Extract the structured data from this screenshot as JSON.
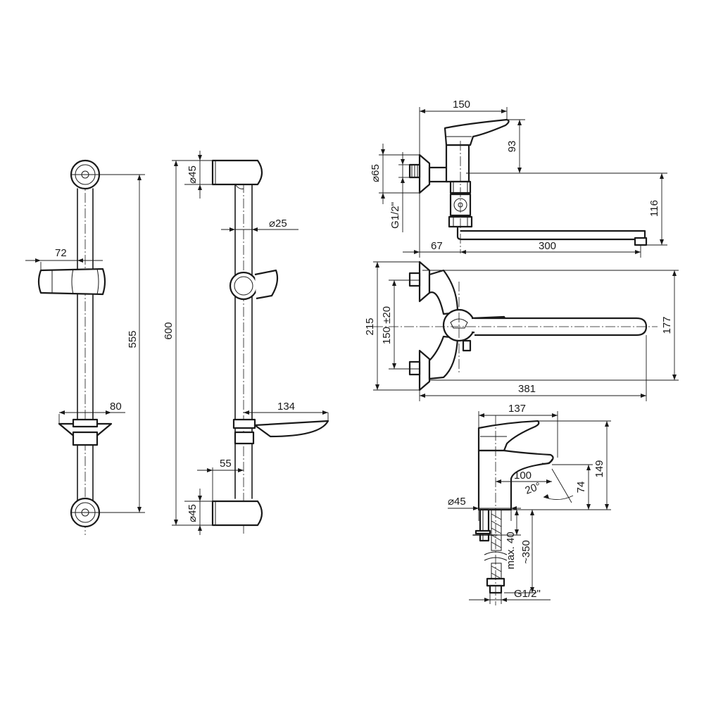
{
  "views": {
    "rail_front": {
      "width_label": "72",
      "dish_label": "80",
      "height_label": "555"
    },
    "rail_side": {
      "top_dia_label": "⌀45",
      "tube_dia_label": "⌀25",
      "height_label": "600",
      "dish_depth_label": "134",
      "offset_label": "55",
      "bottom_dia_label": "⌀45"
    },
    "wall_faucet_side": {
      "width_label": "150",
      "height_label": "93",
      "dia_label": "⌀65",
      "thread_label": "G1/2\"",
      "spout_height_label": "116",
      "wall_label": "67",
      "spout_label": "300"
    },
    "wall_faucet_top": {
      "depth_label": "215",
      "centers_label": "150 ±20",
      "reach_label": "177",
      "length_label": "381"
    },
    "basin_faucet": {
      "width_label": "137",
      "height_label": "149",
      "reach_label": "100",
      "angle_label": "20°",
      "outlet_label": "74",
      "base_dia_label": "⌀45",
      "max_label": "max. 40",
      "hose_label": "~350",
      "thread_label": "G1/2\""
    }
  }
}
